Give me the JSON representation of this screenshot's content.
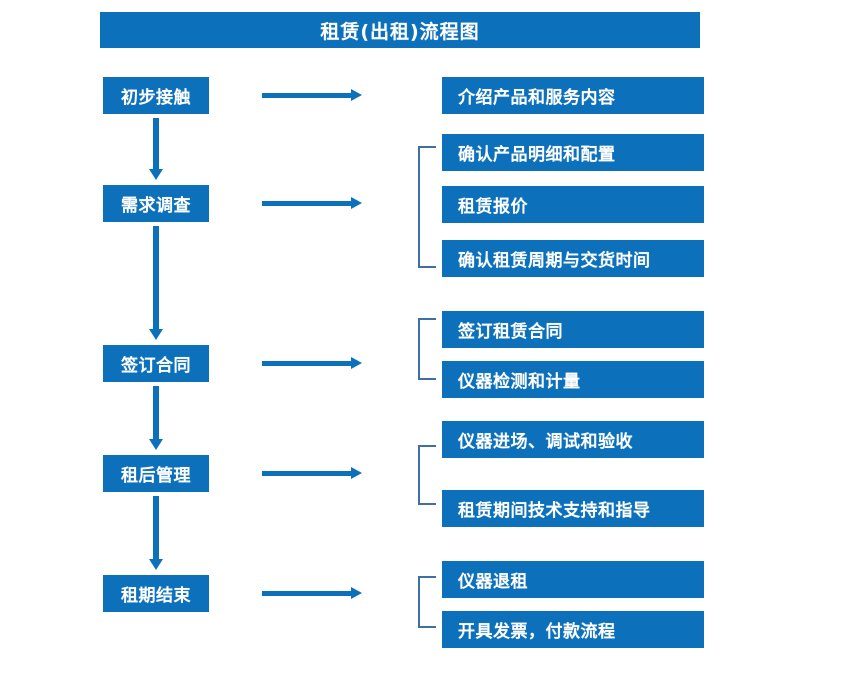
{
  "title": {
    "text": "租赁(出租)流程图"
  },
  "colors": {
    "box_fill": "#0c70bb",
    "box_text": "#ffffff",
    "arrow": "#0c70bb",
    "bracket": "#3f6fa5",
    "background": "#ffffff"
  },
  "stages": [
    {
      "id": "stage-1",
      "label": "初步接触"
    },
    {
      "id": "stage-2",
      "label": "需求调查"
    },
    {
      "id": "stage-3",
      "label": "签订合同"
    },
    {
      "id": "stage-4",
      "label": "租后管理"
    },
    {
      "id": "stage-5",
      "label": "租期结束"
    }
  ],
  "groups": [
    {
      "id": "group-1",
      "stage": "初步接触",
      "bracketed": false,
      "items": [
        {
          "label": "介绍产品和服务内容"
        }
      ]
    },
    {
      "id": "group-2",
      "stage": "需求调查",
      "bracketed": true,
      "items": [
        {
          "label": "确认产品明细和配置"
        },
        {
          "label": "租赁报价"
        },
        {
          "label": "确认租赁周期与交货时间"
        }
      ]
    },
    {
      "id": "group-3",
      "stage": "签订合同",
      "bracketed": true,
      "items": [
        {
          "label": "签订租赁合同"
        },
        {
          "label": "仪器检测和计量"
        }
      ]
    },
    {
      "id": "group-4",
      "stage": "租后管理",
      "bracketed": true,
      "items": [
        {
          "label": "仪器进场、调试和验收"
        },
        {
          "label": "租赁期间技术支持和指导"
        }
      ]
    },
    {
      "id": "group-5",
      "stage": "租期结束",
      "bracketed": true,
      "items": [
        {
          "label": "仪器退租"
        },
        {
          "label": "开具发票，付款流程"
        }
      ]
    }
  ],
  "detail_boxes": [
    {
      "label": "介绍产品和服务内容"
    },
    {
      "label": "确认产品明细和配置"
    },
    {
      "label": "租赁报价"
    },
    {
      "label": "确认租赁周期与交货时间"
    },
    {
      "label": "签订租赁合同"
    },
    {
      "label": "仪器检测和计量"
    },
    {
      "label": "仪器进场、调试和验收"
    },
    {
      "label": "租赁期间技术支持和指导"
    },
    {
      "label": "仪器退租"
    },
    {
      "label": "开具发票，付款流程"
    }
  ],
  "connectors": {
    "horizontal_arrow_icon": "arrow-right-icon",
    "vertical_arrow_icon": "arrow-down-icon",
    "bracket_icon": "square-bracket-left-icon",
    "count_horizontal": 5,
    "count_vertical": 4,
    "count_brackets": 4
  }
}
